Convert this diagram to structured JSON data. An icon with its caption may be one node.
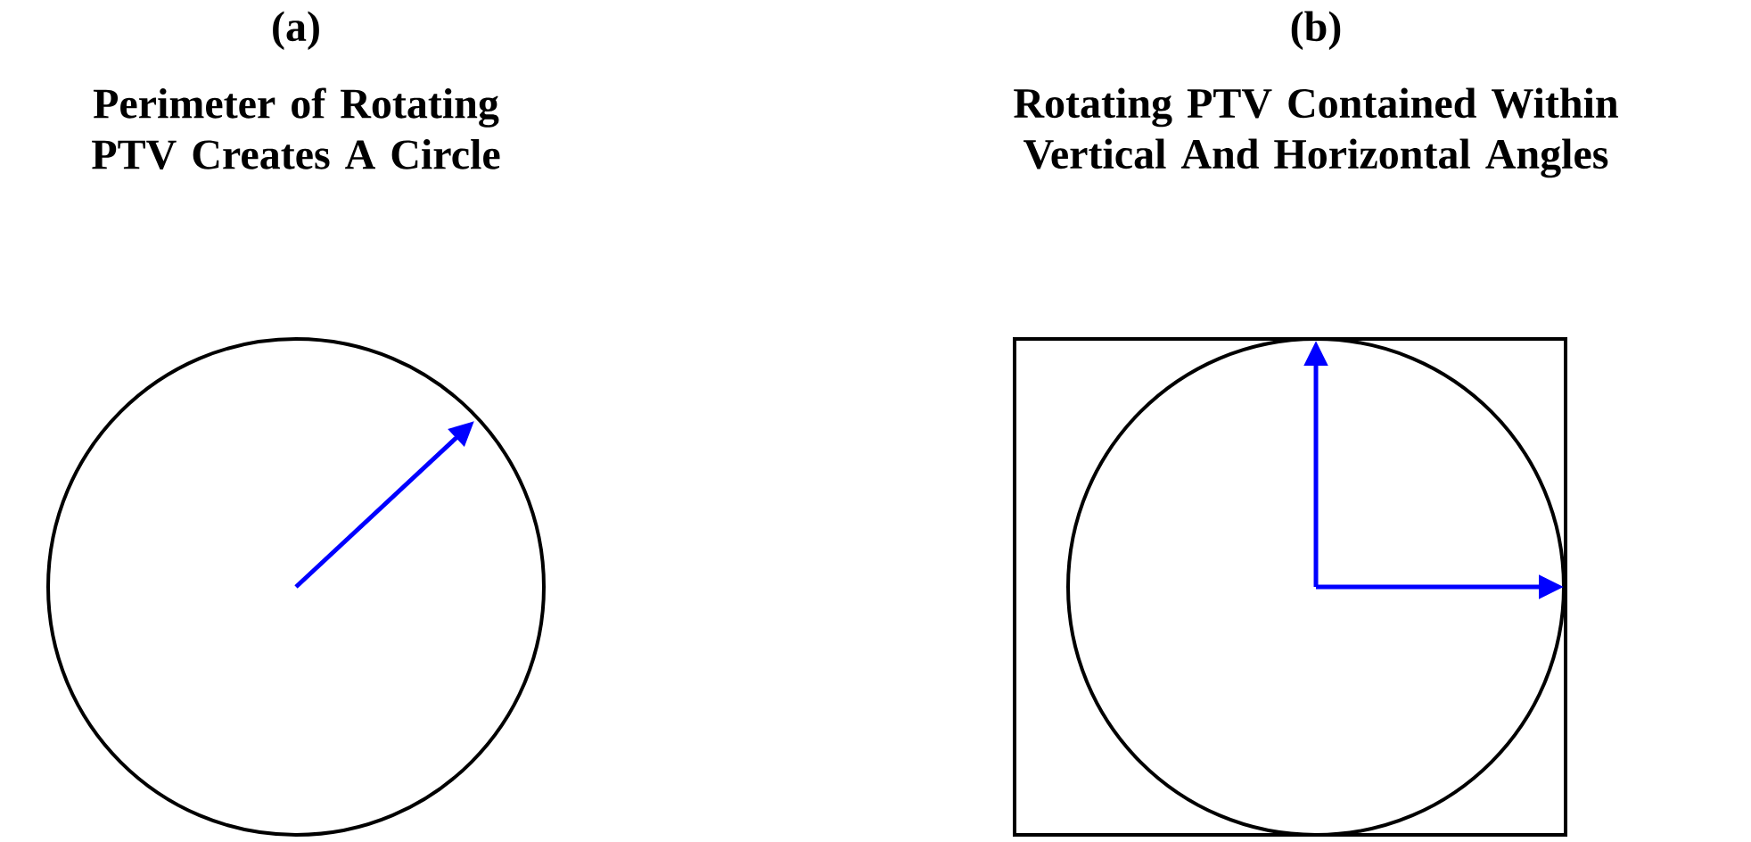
{
  "diagram": {
    "labels": [
      "(a)",
      "Perimeter of Rotating PTV Creates A Circle",
      "(b)",
      "Rotating PTV Contained Within Vertical And Horizontal Angles"
    ]
  }
}
